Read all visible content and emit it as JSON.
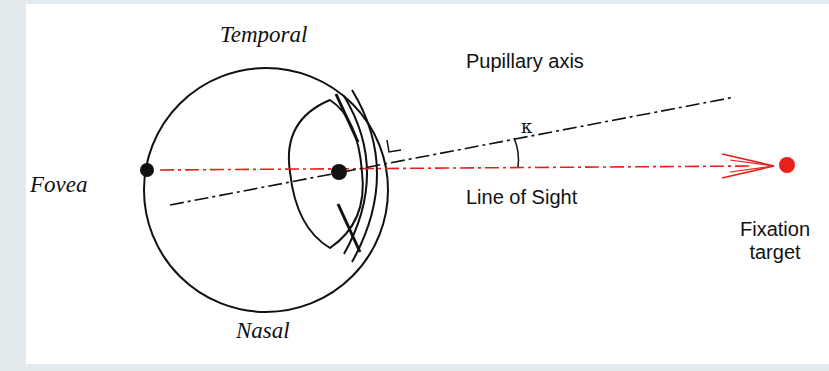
{
  "diagram": {
    "labels": [
      "Temporal",
      "Pupillary axis",
      "κ",
      "Fovea",
      "Line of Sight",
      "Fixation target",
      "Nasal"
    ]
  }
}
